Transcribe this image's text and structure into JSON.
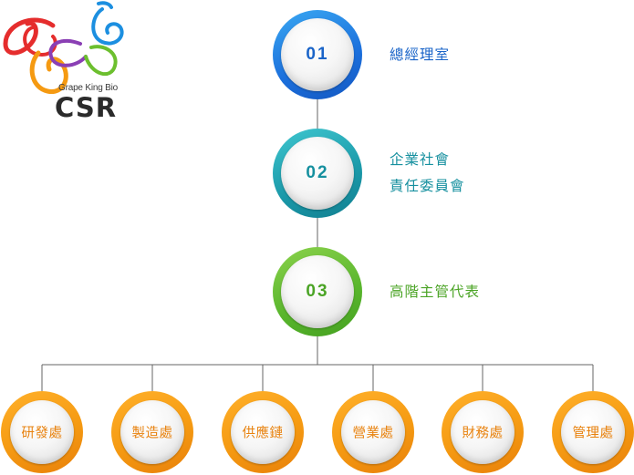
{
  "logo": {
    "tagline": "Grape King Bio",
    "wordmark": "CSR"
  },
  "levels": [
    {
      "number": "01",
      "label_lines": [
        "總經理室"
      ],
      "color": "#1a64c8"
    },
    {
      "number": "02",
      "label_lines": [
        "企業社會",
        "責任委員會"
      ],
      "color": "#16909f"
    },
    {
      "number": "03",
      "label_lines": [
        "高階主管代表"
      ],
      "color": "#4ba426"
    }
  ],
  "departments": [
    {
      "label": "研發處"
    },
    {
      "label": "製造處"
    },
    {
      "label": "供應鏈"
    },
    {
      "label": "營業處"
    },
    {
      "label": "財務處"
    },
    {
      "label": "管理處"
    }
  ],
  "colors": {
    "department_ring": "#f59a12",
    "connector": "#666666"
  }
}
